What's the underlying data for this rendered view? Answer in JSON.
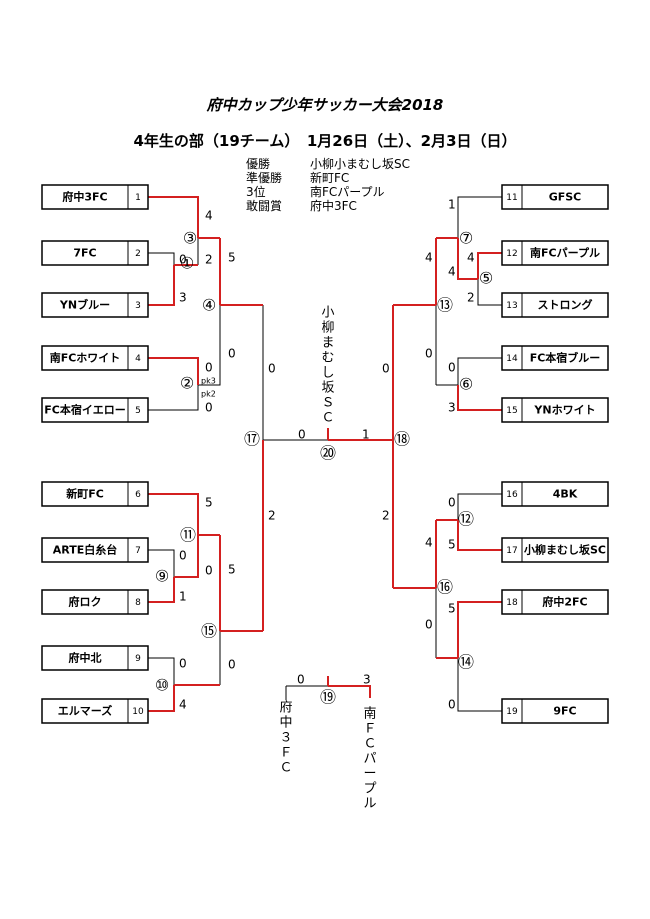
{
  "title": "府中カップ少年サッカー大会2018",
  "subtitle": "4年生の部（19チーム）　1月26日（土）、2月3日（日）",
  "awards": [
    {
      "label": "優勝",
      "team": "小柳小まむし坂SC"
    },
    {
      "label": "準優勝",
      "team": "新町FC"
    },
    {
      "label": "3位",
      "team": "南FCパープル"
    },
    {
      "label": "敢闘賞",
      "team": "府中3FC"
    }
  ],
  "teams_left": [
    {
      "name": "府中3FC",
      "seed": "1"
    },
    {
      "name": "7FC",
      "seed": "2"
    },
    {
      "name": "YNブルー",
      "seed": "3"
    },
    {
      "name": "南FCホワイト",
      "seed": "4"
    },
    {
      "name": "FC本宿イエロー",
      "seed": "5"
    },
    {
      "name": "新町FC",
      "seed": "6"
    },
    {
      "name": "ARTE白糸台",
      "seed": "7"
    },
    {
      "name": "府ロク",
      "seed": "8"
    },
    {
      "name": "府中北",
      "seed": "9"
    },
    {
      "name": "エルマーズ",
      "seed": "10"
    }
  ],
  "teams_right": [
    {
      "name": "GFSC",
      "seed": "11"
    },
    {
      "name": "南FCパープル",
      "seed": "12"
    },
    {
      "name": "ストロング",
      "seed": "13"
    },
    {
      "name": "FC本宿ブルー",
      "seed": "14"
    },
    {
      "name": "YNホワイト",
      "seed": "15"
    },
    {
      "name": "4BK",
      "seed": "16"
    },
    {
      "name": "小柳まむし坂SC",
      "seed": "17"
    },
    {
      "name": "府中2FC",
      "seed": "18"
    },
    {
      "name": "9FC",
      "seed": "19"
    }
  ],
  "matches": [
    "①",
    "②",
    "③",
    "④",
    "⑤",
    "⑥",
    "⑦",
    "⑨",
    "⑩",
    "⑪",
    "⑫",
    "⑬",
    "⑭",
    "⑮",
    "⑯",
    "⑰",
    "⑱",
    "⑲",
    "⑳"
  ],
  "scores": {
    "m3_top": "4",
    "m3_bot": "2",
    "m1_top": "0",
    "m1_bot": "3",
    "m2_top": "0",
    "m2_bot": "0",
    "m2_pk_top": "pk3",
    "m2_pk_bot": "pk2",
    "m4_top": "5",
    "m4_bot": "0",
    "m17_top": "0",
    "m17_bot": "2",
    "m11_top": "5",
    "m11_bot": "0",
    "m9_top": "0",
    "m9_bot": "1",
    "m15_top": "5",
    "m15_bot": "0",
    "m10_top": "0",
    "m10_bot": "4",
    "m20_left": "0",
    "m20_right": "1",
    "m7_top": "1",
    "m7_bot": "4",
    "m5_top": "4",
    "m5_bot": "2",
    "m13_top": "4",
    "m13_bot": "0",
    "m6_top": "0",
    "m6_bot": "3",
    "m18_top": "0",
    "m18_bot": "2",
    "m12_top": "0",
    "m12_bot": "5",
    "m16_top": "4",
    "m16_bot": "0",
    "m14_top": "5",
    "m14_bot": "0",
    "m19_left": "0",
    "m19_right": "3"
  },
  "champion_vertical": "小柳まむし坂ＳＣ",
  "third_place_left_vertical": "府中３ＦＣ",
  "third_place_right_vertical": "南ＦＣパープル",
  "colors": {
    "win": "#d42020",
    "line": "#000000"
  }
}
